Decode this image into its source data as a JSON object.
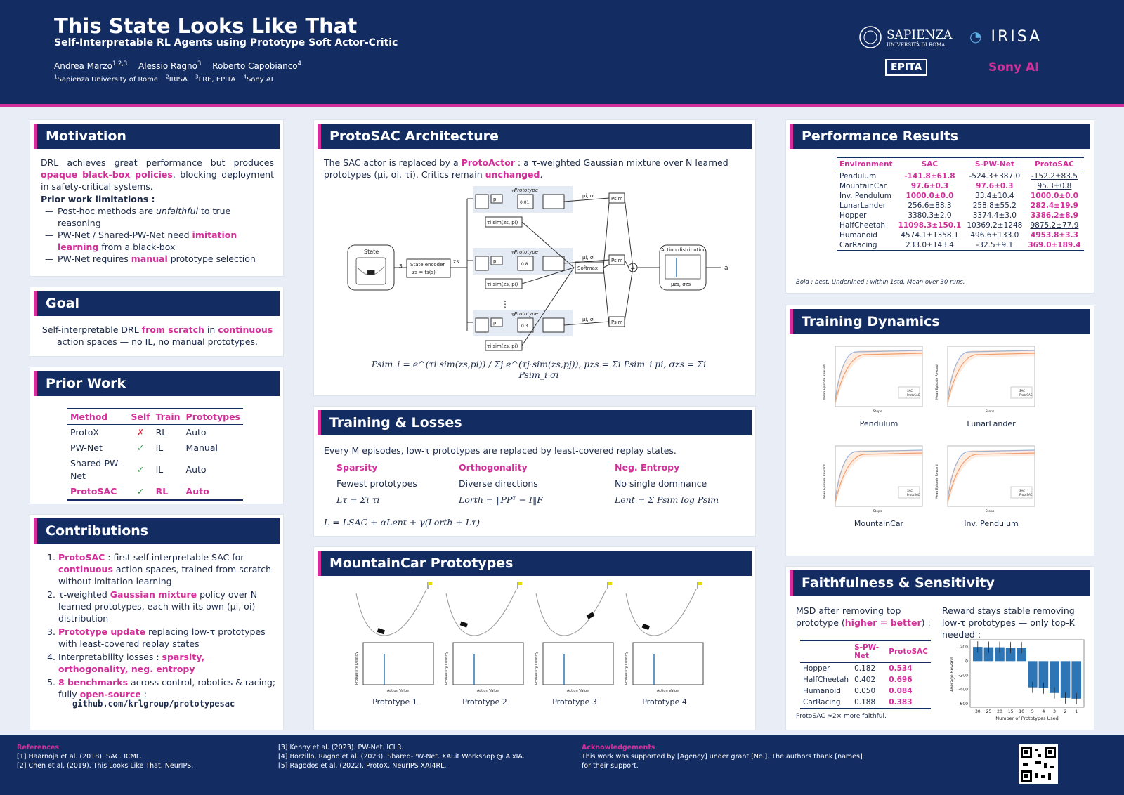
{
  "header": {
    "title": "This State Looks Like That",
    "subtitle": "Self-Interpretable RL Agents using Prototype Soft Actor-Critic",
    "authors": [
      {
        "name": "Andrea Marzo",
        "sup": "1,2,3"
      },
      {
        "name": "Alessio Ragno",
        "sup": "3"
      },
      {
        "name": "Roberto Capobianco",
        "sup": "4"
      }
    ],
    "affiliations": [
      {
        "sup": "1",
        "name": "Sapienza University of Rome"
      },
      {
        "sup": "2",
        "name": "IRISA"
      },
      {
        "sup": "3",
        "name": "LRE, EPITA"
      },
      {
        "sup": "4",
        "name": "Sony AI"
      }
    ],
    "logos": {
      "sapienza": "SAPIENZA",
      "sapienza_sub": "UNIVERSITÀ DI ROMA",
      "irisa": "IRISA",
      "epita": "EPITA",
      "sony": "Sony AI"
    }
  },
  "motivation": {
    "title": "Motivation",
    "p1": "DRL achieves great performance but produces",
    "p1_hl": "opaque black-box policies",
    "p1_rest": ", blocking deployment in safety-critical systems.",
    "lim_title": "Prior work limitations :",
    "items": [
      {
        "pre": "Post-hoc methods are ",
        "em": "unfaithful",
        "post": " to true reasoning"
      },
      {
        "pre": "PW-Net / Shared-PW-Net need ",
        "hl": "imitation learning",
        "post": " from a black-box"
      },
      {
        "pre": "PW-Net requires ",
        "hl": "manual",
        "post": " prototype selection"
      }
    ]
  },
  "goal": {
    "title": "Goal",
    "a": "Self-interpretable DRL ",
    "b": "from scratch",
    "c": " in ",
    "d": "continuous",
    "e": "action spaces — no IL, no manual prototypes."
  },
  "prior": {
    "title": "Prior Work",
    "headers": [
      "Method",
      "Self",
      "Train",
      "Prototypes"
    ],
    "rows": [
      {
        "m": "ProtoX",
        "s": "✗",
        "t": "RL",
        "p": "Auto"
      },
      {
        "m": "PW-Net",
        "s": "✓",
        "t": "IL",
        "p": "Manual"
      },
      {
        "m": "Shared-PW-Net",
        "s": "✓",
        "t": "IL",
        "p": "Auto"
      },
      {
        "m": "ProtoSAC",
        "s": "✓",
        "t": "RL",
        "p": "Auto"
      }
    ]
  },
  "contrib": {
    "title": "Contributions",
    "c1a": "ProtoSAC",
    "c1b": " : first self-interpretable SAC for ",
    "c1c": "continuous",
    "c1d": " action spaces, trained from scratch without imitation learning",
    "c2a": "τ-weighted ",
    "c2b": "Gaussian mixture",
    "c2c": " policy over N learned prototypes, each with its own (μi, σi) distribution",
    "c3a": "Prototype update",
    "c3b": " replacing low-τ prototypes with least-covered replay states",
    "c4a": "Interpretability losses : ",
    "c4b": "sparsity, orthogonality, neg. entropy",
    "c5a": "8 benchmarks",
    "c5b": " across control, robotics & racing; fully ",
    "c5c": "open-source",
    "c5d": " :",
    "repo": "github.com/krlgroup/prototypesac"
  },
  "arch": {
    "title": "ProtoSAC Architecture",
    "t1": "The SAC actor is replaced by a ",
    "t2": "ProtoActor",
    "t3": " : a τ-weighted Gaussian mixture over N learned prototypes (μi, σi, τi). Critics remain ",
    "t4": "unchanged",
    "state": "State",
    "s": "s",
    "enc": "State encoder",
    "encf": "zs = fs(s)",
    "zs": "zs",
    "proto": "Prototype",
    "pi": "pi",
    "taui": "τi",
    "sim": "τi sim(zs, pi)",
    "taus": [
      "0.01",
      "0.8",
      "0.3"
    ],
    "mu": "μi, σi",
    "psim": "Psim",
    "softmax": "Softmax",
    "ad": "Action distribution",
    "a": "a",
    "musig": "μzs, σzs",
    "eq": "Psim_i = e^(τi·sim(zs,pi)) / Σj e^(τj·sim(zs,pj)),   μzs = Σi Psim_i μi,   σzs = Σi Psim_i σi"
  },
  "train": {
    "title": "Training & Losses",
    "intro": "Every M episodes, low-τ prototypes are replaced by least-covered replay states.",
    "cols": [
      {
        "h": "Sparsity",
        "d": "Fewest prototypes",
        "f": "Lτ = Σi τi"
      },
      {
        "h": "Orthogonality",
        "d": "Diverse directions",
        "f": "Lorth = ‖PPᵀ − I‖F"
      },
      {
        "h": "Neg. Entropy",
        "d": "No single dominance",
        "f": "Lent = Σ Psim log Psim"
      }
    ],
    "total": "L = LSAC + αLent + γ(Lorth + Lτ)"
  },
  "mc": {
    "title": "MountainCar Prototypes",
    "xlabel": "Action Value",
    "ylabel": "Probability Density",
    "labels": [
      "Prototype 1",
      "Prototype 2",
      "Prototype 3",
      "Prototype 4"
    ]
  },
  "perf": {
    "title": "Performance Results",
    "headers": [
      "Environment",
      "SAC",
      "S-PW-Net",
      "ProtoSAC"
    ],
    "rows": [
      [
        "Pendulum",
        "-141.8±61.8",
        "-524.3±387.0",
        "-152.2±83.5"
      ],
      [
        "MountainCar",
        "97.6±0.3",
        "97.6±0.3",
        "95.3±0.8"
      ],
      [
        "Inv. Pendulum",
        "1000.0±0.0",
        "33.4±10.4",
        "1000.0±0.0"
      ],
      [
        "LunarLander",
        "256.6±88.3",
        "258.8±55.2",
        "282.4±19.9"
      ],
      [
        "Hopper",
        "3380.3±2.0",
        "3374.4±3.0",
        "3386.2±8.9"
      ],
      [
        "HalfCheetah",
        "11098.3±150.1",
        "10369.2±1248",
        "9875.2±77.9"
      ],
      [
        "Humanoid",
        "4574.1±1358.1",
        "496.6±133.0",
        "4953.8±3.3"
      ],
      [
        "CarRacing",
        "233.0±143.4",
        "-32.5±9.1",
        "369.0±189.4"
      ]
    ],
    "note": "Bold : best. Underlined : within 1std. Mean over 30 runs."
  },
  "dyn": {
    "title": "Training Dynamics",
    "xlabel": "Steps",
    "ylabel": "Mean Episode Reward",
    "legend": [
      "SAC",
      "ProtoSAC"
    ],
    "names": [
      "Pendulum",
      "LunarLander",
      "MountainCar",
      "Inv. Pendulum"
    ]
  },
  "faith": {
    "title": "Faithfulness & Sensitivity",
    "l1": "MSD after removing top prototype (",
    "l2": "higher = better",
    "l3": ") :",
    "headers": [
      "",
      "S-PW-Net",
      "ProtoSAC"
    ],
    "rows": [
      [
        "Hopper",
        "0.182",
        "0.534"
      ],
      [
        "HalfCheetah",
        "0.402",
        "0.696"
      ],
      [
        "Humanoid",
        "0.050",
        "0.084"
      ],
      [
        "CarRacing",
        "0.188",
        "0.383"
      ]
    ],
    "note": "ProtoSAC ≈2× more faithful.",
    "r1": "Reward stays stable removing low-τ prototypes — only top-K needed :",
    "xlabel": "Number of Prototypes Used",
    "ylabel": "Average Reward"
  },
  "chart_data": {
    "type": "bar",
    "categories": [
      "30",
      "25",
      "20",
      "15",
      "10",
      "5",
      "4",
      "3",
      "2",
      "1"
    ],
    "values": [
      200,
      195,
      195,
      190,
      190,
      -370,
      -380,
      -450,
      -520,
      -530
    ],
    "xlabel": "Number of Prototypes Used",
    "ylabel": "Average Reward",
    "ylim": [
      -650,
      300
    ],
    "yticks": [
      200,
      0,
      -200,
      -400,
      -600
    ],
    "color": "#2e75b6"
  },
  "footer": {
    "ref_title": "References",
    "refs": [
      "[1] Haarnoja et al. (2018). SAC. ICML.",
      "[2] Chen et al. (2019). This Looks Like That. NeurIPS.",
      "[3] Kenny et al. (2023). PW-Net. ICLR.",
      "[4] Borzillo, Ragno et al. (2023). Shared-PW-Net. XAI.it Workshop @ AIxIA.",
      "[5] Ragodos et al. (2022). ProtoX. NeurIPS XAI4RL."
    ],
    "ack_title": "Acknowledgements",
    "ack": "This work was supported by [Agency] under grant [No.]. The authors thank [names] for their support."
  }
}
